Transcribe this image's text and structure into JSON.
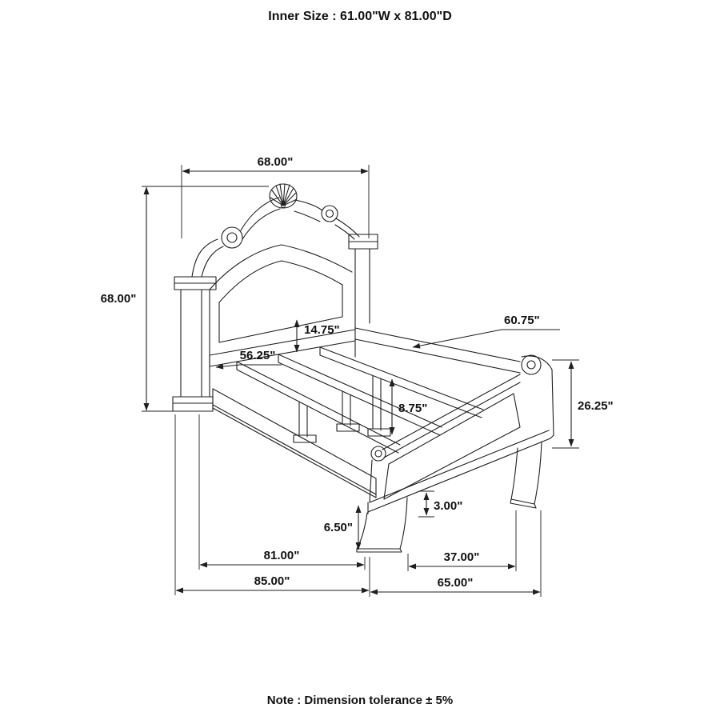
{
  "header": {
    "inner_size": "Inner Size : 61.00\"W x 81.00\"D"
  },
  "footer": {
    "note": "Note : Dimension tolerance ± 5%"
  },
  "diagram": {
    "subject": "bed frame dimension drawing",
    "line_color": "#1f1f1f",
    "dimensions": {
      "headboard_width": "68.00\"",
      "headboard_height": "68.00\"",
      "rail_offset": "14.75\"",
      "slat_length": "60.75\"",
      "inner_rail_length": "56.25\"",
      "slat_leg_height": "8.75\"",
      "footboard_height": "26.25\"",
      "rail_clearance": "6.50\"",
      "footboard_clearance": "3.00\"",
      "inner_depth": "81.00\"",
      "overall_depth": "85.00\"",
      "footboard_leg_span": "37.00\"",
      "footboard_width": "65.00\""
    }
  }
}
